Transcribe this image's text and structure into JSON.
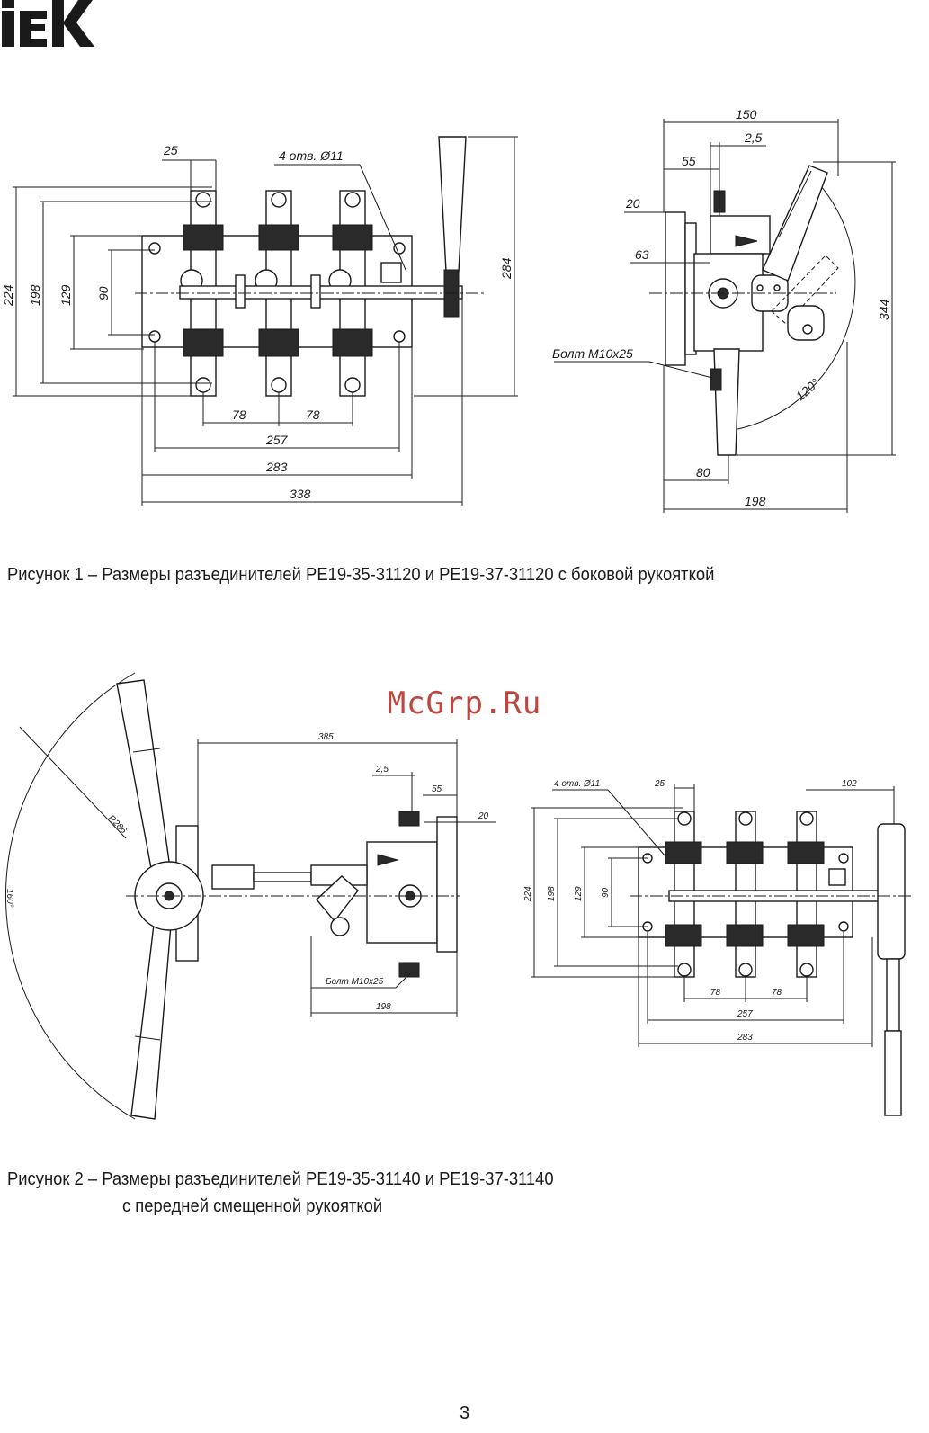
{
  "brand": {
    "logo_text": "IEK",
    "logo_color": "#1a1a1a",
    "watermark": "McGrp.Ru",
    "watermark_color": "#b3261e"
  },
  "figure1": {
    "caption": "Рисунок 1 – Размеры разъединителей РЕ19-35-31120 и РЕ19-37-31120 с боковой рукояткой",
    "front": {
      "d25": "25",
      "holes": "4 отв. Ø11",
      "d224": "224",
      "d198": "198",
      "d129": "129",
      "d90": "90",
      "d284": "284",
      "d78a": "78",
      "d78b": "78",
      "d257": "257",
      "d283": "283",
      "d338": "338"
    },
    "side": {
      "d150": "150",
      "d2_5": "2,5",
      "d55": "55",
      "d20": "20",
      "d63": "63",
      "bolt": "Болт М10х25",
      "d344": "344",
      "angle": "120°",
      "d80": "80",
      "d198": "198"
    }
  },
  "figure2": {
    "caption_line1": "Рисунок 2 – Размеры разъединителей РЕ19-35-31140 и РЕ19-37-31140",
    "caption_line2": "с передней смещенной рукояткой",
    "side": {
      "d385": "385",
      "d2_5": "2,5",
      "d55": "55",
      "d20": "20",
      "radius": "R286",
      "angle": "160°",
      "bolt": "Болт М10х25",
      "d198": "198"
    },
    "front": {
      "holes": "4 отв. Ø11",
      "d25": "25",
      "d102": "102",
      "d224": "224",
      "d198": "198",
      "d129": "129",
      "d90": "90",
      "d78a": "78",
      "d78b": "78",
      "d257": "257",
      "d283": "283"
    }
  },
  "page": {
    "number": "3"
  }
}
